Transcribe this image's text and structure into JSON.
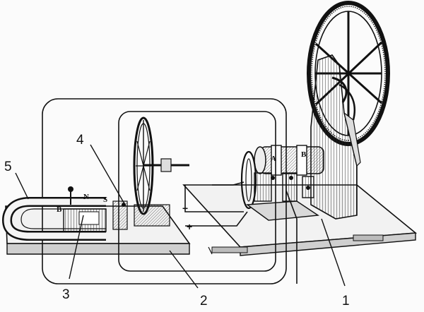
{
  "callouts": [
    {
      "id": "1",
      "label": "1"
    },
    {
      "id": "2",
      "label": "2"
    },
    {
      "id": "3",
      "label": "3"
    },
    {
      "id": "4",
      "label": "4"
    },
    {
      "id": "5",
      "label": "5"
    }
  ],
  "part_marks": {
    "magnet_pole_n": "N",
    "magnet_pole_s": "S",
    "magnet_mark_b": "B",
    "commutator_a": "A",
    "commutator_b": "B",
    "terminal_minus": "−",
    "terminal_plus": "+"
  },
  "colors": {
    "ink": "#111111",
    "paper": "#fbfbfb",
    "wood": "#e8e8e8"
  }
}
